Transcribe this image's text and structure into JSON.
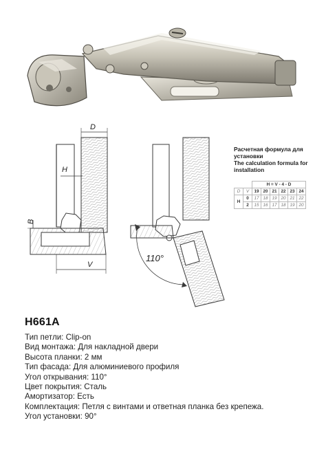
{
  "formula": {
    "ru": "Расчетная формула для установки",
    "en": "The calculation formula for installation",
    "table": {
      "title": "H = V - 4 - D",
      "corner_d": "D",
      "corner_v": "V",
      "row_label": "H",
      "v_values": [
        "19",
        "20",
        "21",
        "22",
        "23",
        "24"
      ],
      "rows": [
        {
          "d": "0",
          "h": [
            "17",
            "18",
            "19",
            "20",
            "21",
            "22"
          ]
        },
        {
          "d": "2",
          "h": [
            "15",
            "16",
            "17",
            "18",
            "19",
            "20"
          ]
        }
      ]
    }
  },
  "diagram": {
    "label_d": "D",
    "label_h": "H",
    "label_b": "B",
    "label_v": "V",
    "angle_label": "110°"
  },
  "product": {
    "model": "H661A",
    "specs": [
      "Тип петли: Clip-on",
      "Вид монтажа: Для накладной двери",
      "Высота планки: 2 мм",
      "Тип фасада: Для алюминиевого профиля",
      "Угол открывания: 110°",
      "Цвет покрытия: Сталь",
      "Амортизатор: Есть",
      "Комплектация: Петля с винтами и ответная планка без крепежа.",
      "Угол установки: 90°"
    ]
  },
  "colors": {
    "metal_light": "#d9d6cc",
    "metal_mid": "#a9a598",
    "metal_dark": "#5e5b52",
    "line": "#3a3a3a",
    "hatch": "#9a9a9a"
  }
}
